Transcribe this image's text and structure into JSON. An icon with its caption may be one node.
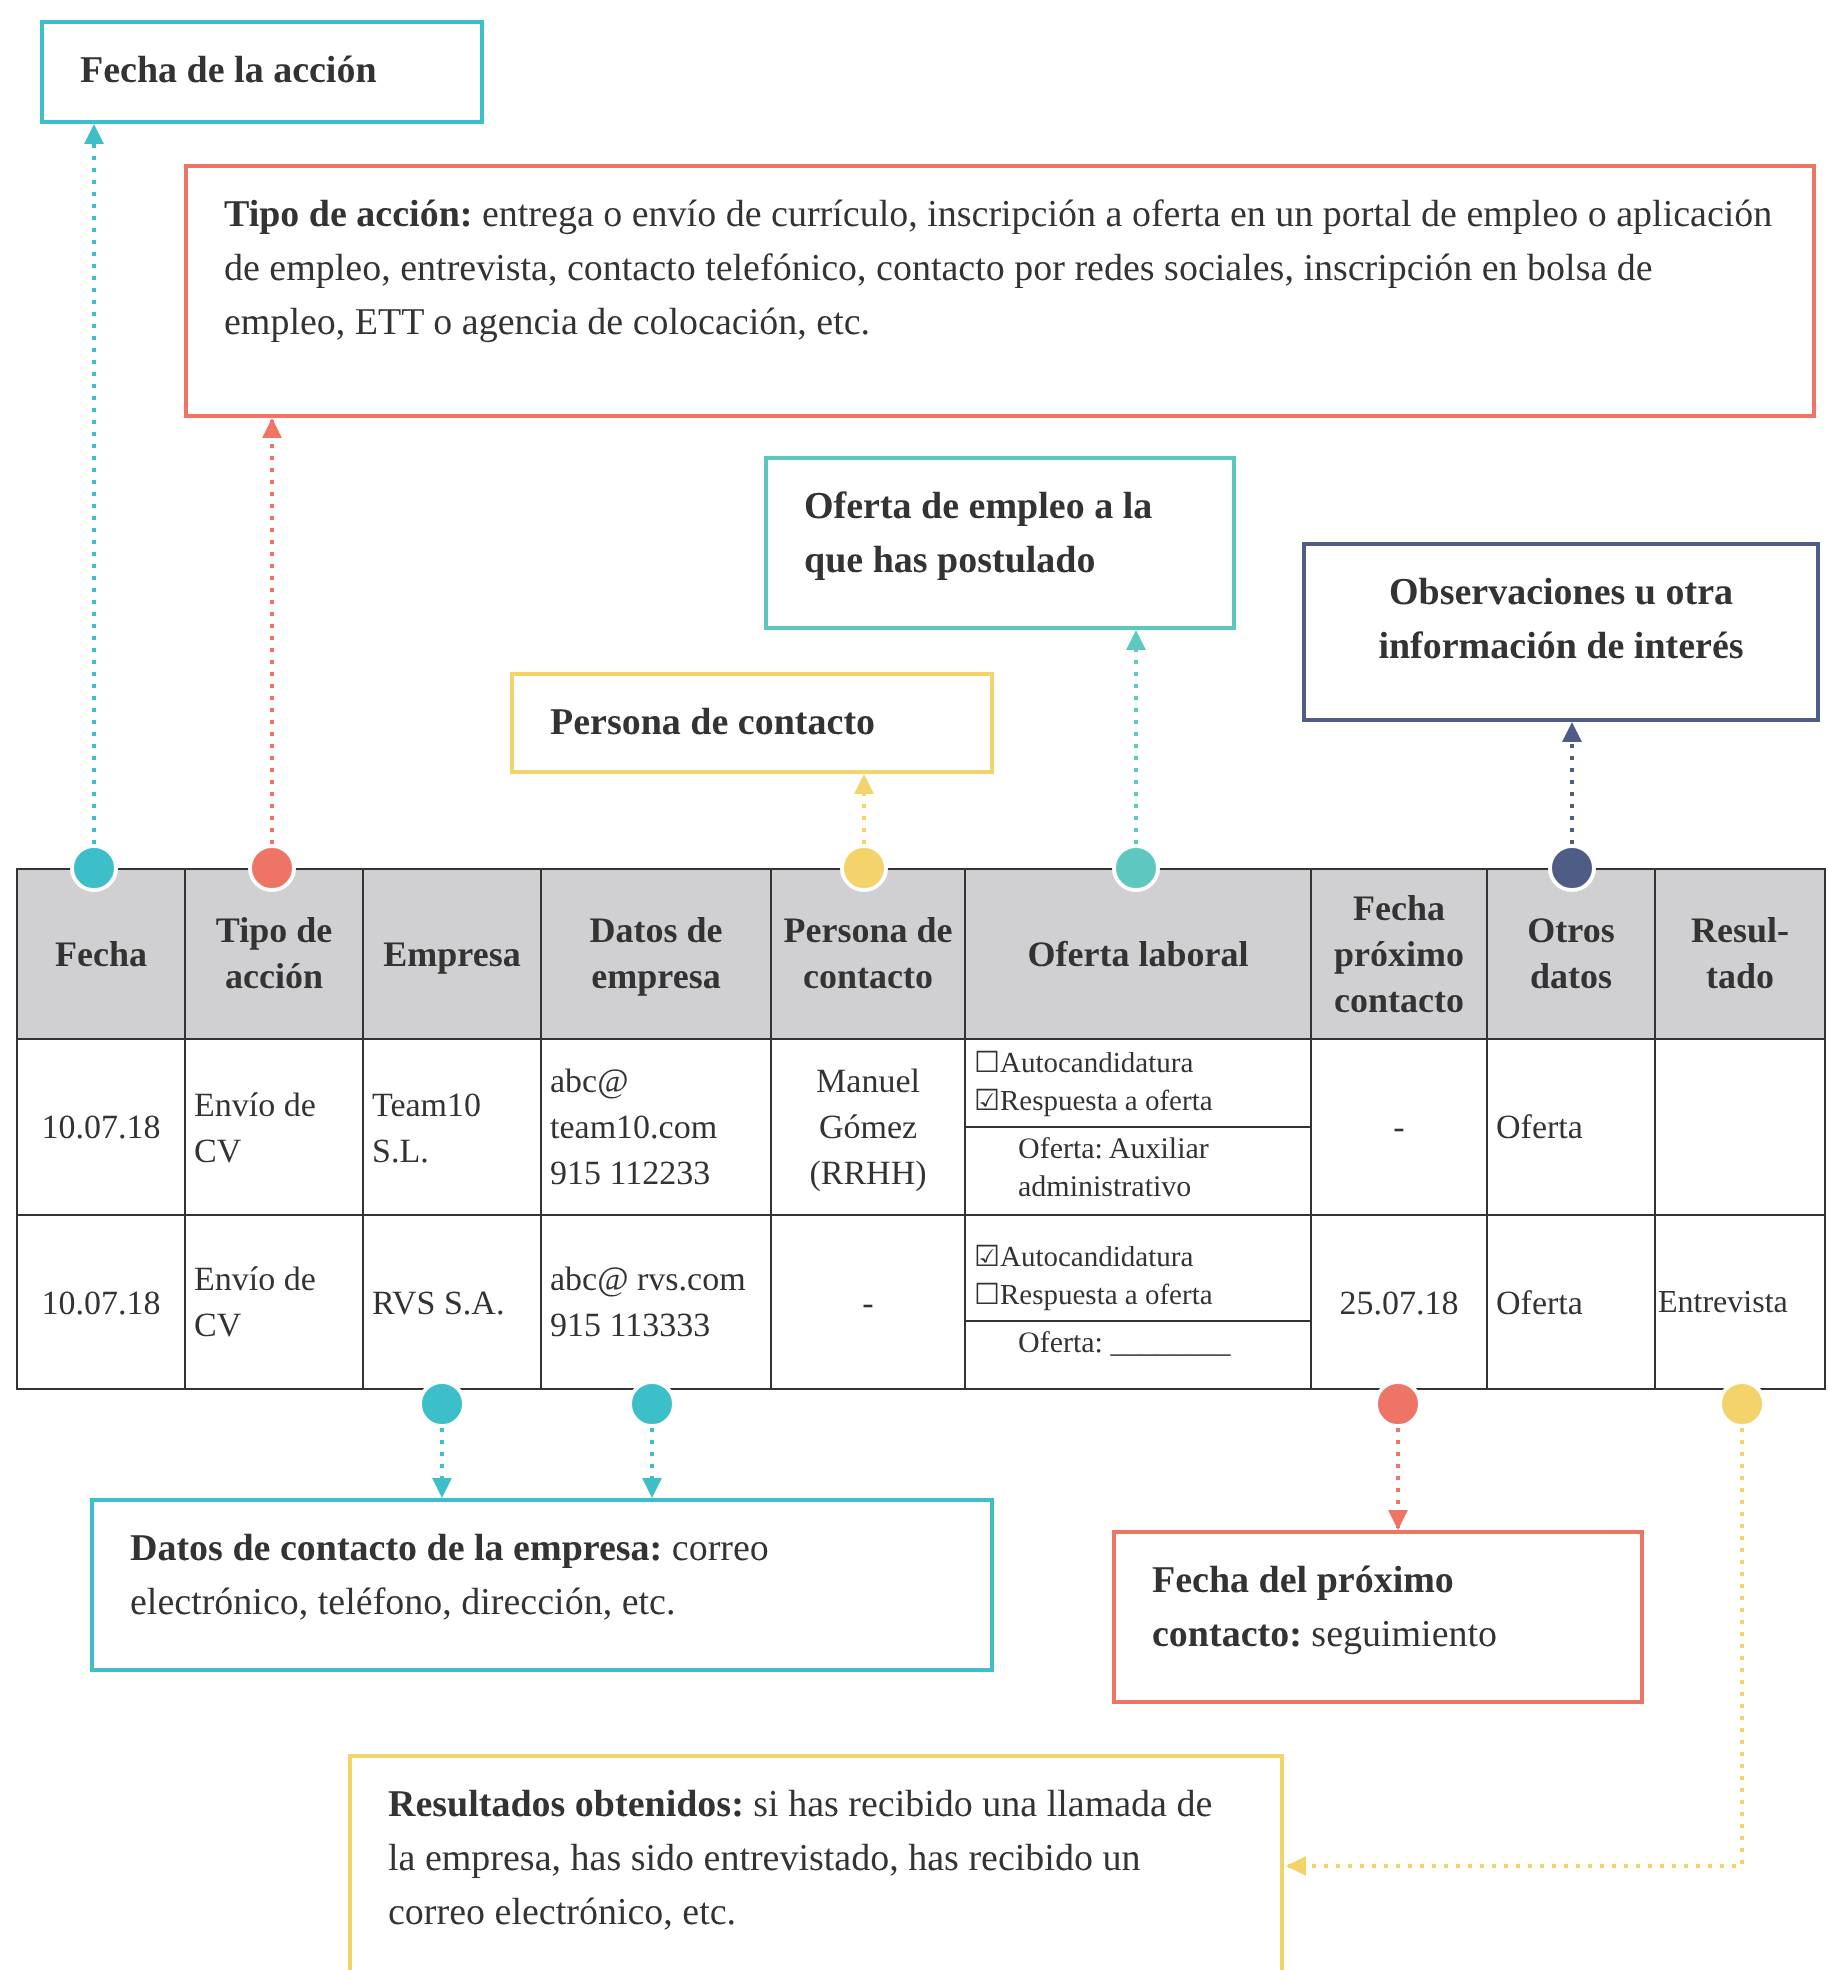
{
  "diagram": {
    "nodes": [
      {
        "text": [
          "Fecha de la acción"
        ]
      },
      {
        "text": [
          "**Tipo de acción:** entrega o envío de currículo, inscripción a oferta en un portal de empleo o aplicación de empleo, entrevista, contacto telefónico, contacto por redes sociales, inscripción en bolsa de empleo, ETT o agencia de colocación, etc."
        ]
      },
      {
        "text": [
          "Oferta de empleo a la que has postulado"
        ]
      },
      {
        "text": [
          "Observaciones u otra información de interés"
        ]
      },
      {
        "text": [
          "Persona de contacto"
        ]
      },
      {
        "text": [
          "**Datos de contacto de la empresa:** correo electrónico, teléfono, dirección, etc."
        ]
      },
      {
        "text": [
          "**Fecha del próximo contacto:** seguimiento"
        ]
      },
      {
        "text": [
          "**Resultados obtenidos:** si has recibido una llamada de la empresa, has sido entrevistado, has recibido un correo electrónico, etc."
        ]
      },
      {
        "text": [],
        "shape": "circle"
      },
      {
        "text": [],
        "shape": "circle"
      },
      {
        "text": [],
        "shape": "circle"
      },
      {
        "text": [],
        "shape": "circle"
      },
      {
        "text": [],
        "shape": "circle"
      },
      {
        "text": [],
        "shape": "circle"
      },
      {
        "text": [],
        "shape": "circle"
      },
      {
        "text": [],
        "shape": "circle"
      },
      {
        "text": [],
        "shape": "circle"
      }
    ],
    "edges": [
      {
        "from": 8,
        "to": 0,
        "arrow": "to"
      },
      {
        "from": 9,
        "to": 1,
        "arrow": "to",
        "color": "#ee7566"
      },
      {
        "from": 10,
        "to": 4,
        "arrow": "to",
        "color": "#f4d36b"
      },
      {
        "from": 11,
        "to": 2,
        "arrow": "to",
        "color": "#5cc8c0"
      },
      {
        "from": 12,
        "to": 3,
        "arrow": "to",
        "color": "#4f5d86"
      },
      {
        "from": 13,
        "to": 5,
        "arrow": "to"
      },
      {
        "from": 14,
        "to": 5,
        "arrow": "to"
      },
      {
        "from": 15,
        "to": 6,
        "arrow": "to",
        "color": "#ee7566"
      },
      {
        "from": 16,
        "to": 7,
        "arrow": "to",
        "color": "#f4d36b"
      }
    ],
    "labels": [
      "Fecha",
      "Tipo de acción",
      "Empresa",
      "Datos de empresa",
      "Persona de contacto",
      "Oferta laboral",
      "Fecha próximo contacto",
      "Otros datos",
      "Resul-tado",
      "10.07.18",
      "Envío de CV",
      "Team10 S.L.",
      "abc@ team10.com",
      "915 112233",
      "Manuel Gómez (RRHH)",
      "☐Autocandidatura",
      "☑Respuesta a oferta",
      "Oferta: Auxiliar administrativo",
      "-",
      "Oferta",
      "10.07.18",
      "Envío de CV",
      "RVS S.A.",
      "abc@ rvs.com",
      "915 113333",
      "-",
      "☑Autocandidatura",
      "☐Respuesta a oferta",
      "Oferta: ________",
      "25.07.18",
      "Oferta",
      "Entrevista"
    ]
  }
}
